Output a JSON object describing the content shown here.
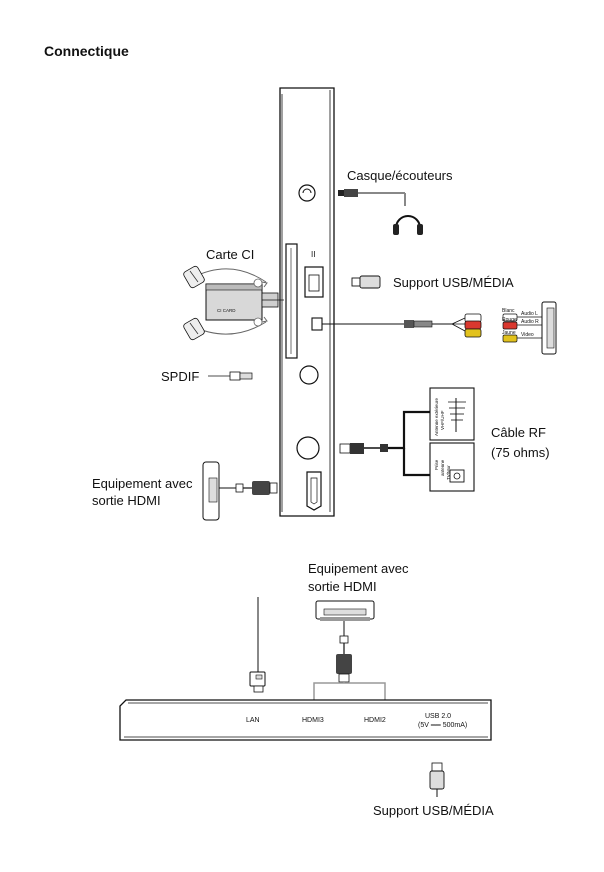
{
  "title": "Connectique",
  "side_panel": {
    "headphones": "Casque/écouteurs",
    "ci_card": "Carte CI",
    "ci_card_logo": "CI CARD",
    "usb_media": "Support USB/MÉDIA",
    "spdif": "SPDIF",
    "rf_cable_line1": "Câble RF",
    "rf_cable_line2": "(75 ohms)",
    "hdmi_device_line1": "Equipement avec",
    "hdmi_device_line2": "sortie HDMI",
    "ci_slot_marker": "II",
    "av_cable": {
      "white": "Blanc",
      "red": "Rouge",
      "yellow": "Jaune",
      "audio_l": "Audio L",
      "audio_r": "Audio R",
      "video": "Video"
    },
    "antenna_box": {
      "outdoor_antenna_line1": "Antenne extérieure",
      "outdoor_antenna_line2": "VHF/UHF",
      "wall_socket_line1": "Prise",
      "wall_socket_line2": "antenne",
      "wall_socket_line3": "TV/Mur"
    }
  },
  "bottom_panel": {
    "hdmi_device_line1": "Equipement avec",
    "hdmi_device_line2": "sortie HDMI",
    "port_lan": "LAN",
    "port_hdmi3": "HDMI3",
    "port_hdmi2": "HDMI2",
    "port_usb_line1": "USB 2.0",
    "port_usb_line2": "(5V ══ 500mA)",
    "usb_media": "Support USB/MÉDIA"
  },
  "colors": {
    "white_plug": "#ffffff",
    "red_plug": "#d9382f",
    "yellow_plug": "#e2c21d",
    "outline": "#111111",
    "cable_gray": "#7a7a7a",
    "card_fill": "#d8d8d8"
  }
}
